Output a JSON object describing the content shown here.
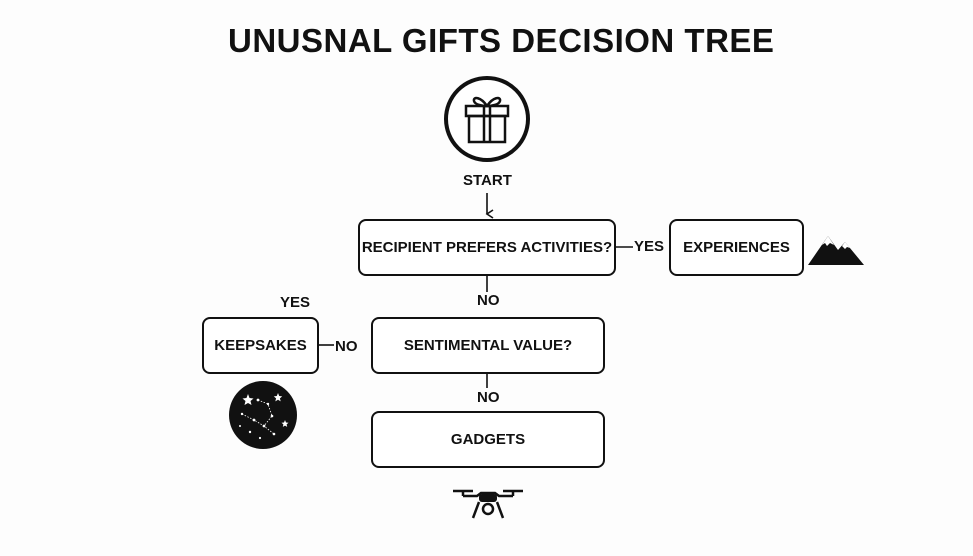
{
  "title": "UNUSNAL GIFTS DECISION TREE",
  "start_label": "START",
  "nodes": {
    "activities": "RECIPIENT PREFERS ACTIVITIES?",
    "experiences": "EXPERIENCES",
    "sentimental": "SENTIMENTAL VALUE?",
    "keepsakes": "KEEPSAKES",
    "gadgets": "GADGETS"
  },
  "edges": {
    "activities_yes": "YES",
    "activities_no": "NO",
    "sentimental_no_left": "NO",
    "sentimental_yes": "YES",
    "sentimental_no_down": "NO"
  },
  "icons": [
    "gift-icon",
    "mountain-icon",
    "starry-sky-icon",
    "drone-icon"
  ]
}
